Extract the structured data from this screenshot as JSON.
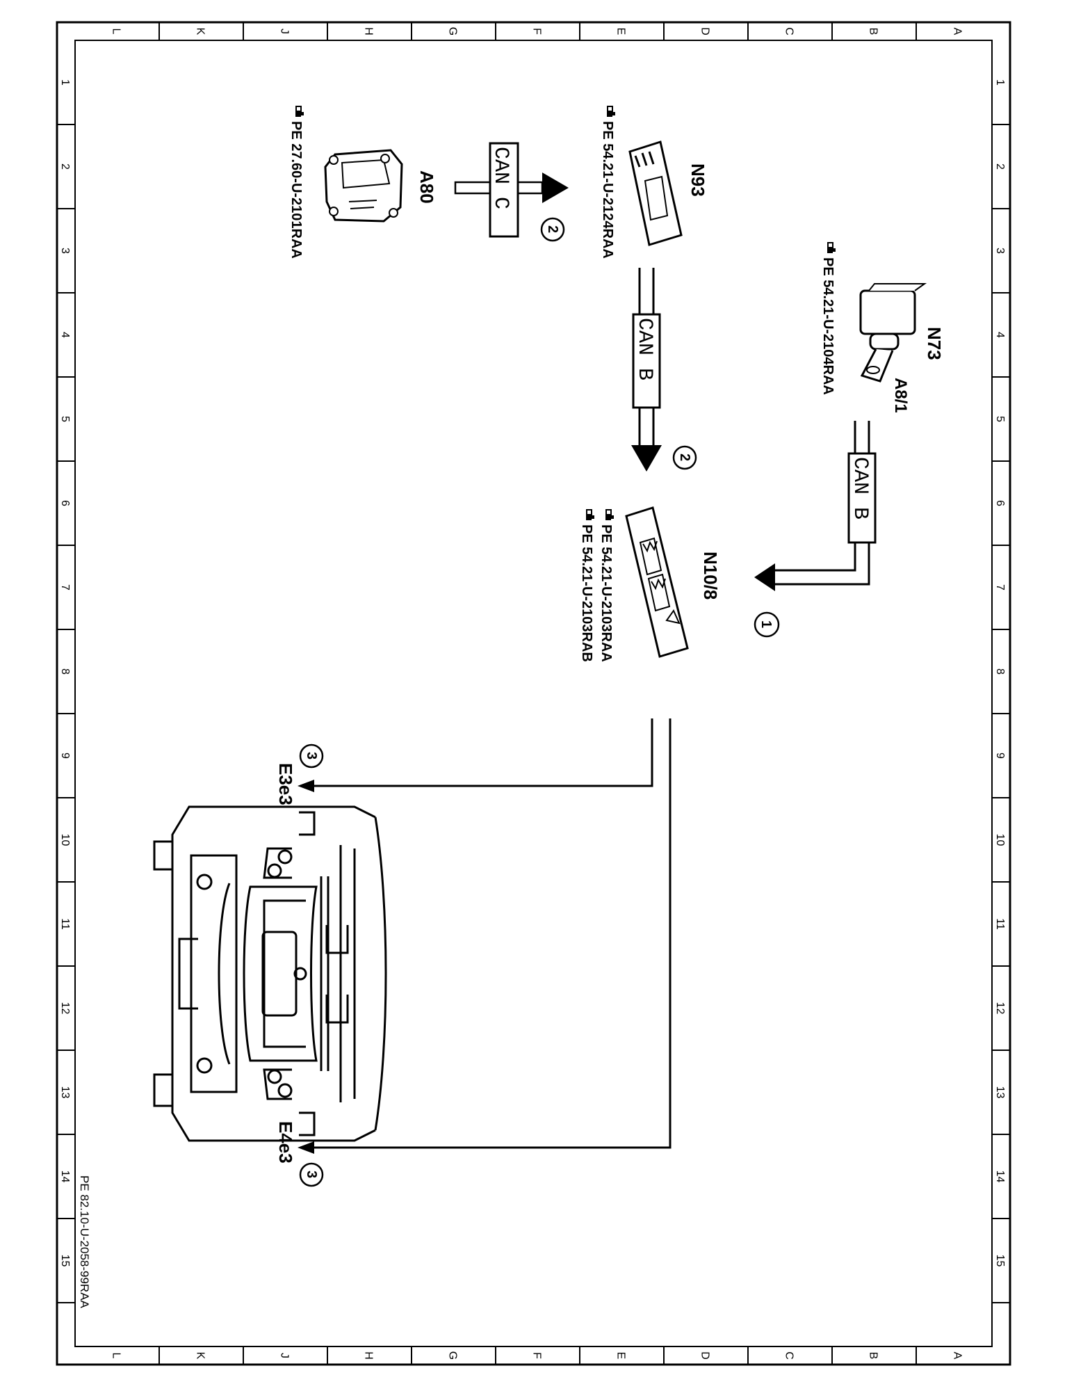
{
  "frame": {
    "col_letters": [
      "L",
      "K",
      "J",
      "H",
      "G",
      "F",
      "E",
      "D",
      "C",
      "B",
      "A"
    ],
    "row_numbers": [
      "1",
      "2",
      "3",
      "4",
      "5",
      "6",
      "7",
      "8",
      "9",
      "10",
      "11",
      "12",
      "13",
      "14",
      "15"
    ]
  },
  "components": {
    "n73": "N73",
    "a8_1": "A8/1",
    "n93": "N93",
    "a80": "A80",
    "n10_8": "N10/8",
    "e3e3": "E3e3",
    "e4e3": "E4e3"
  },
  "references": {
    "n73_ref": "PE 54.21-U-2104RAA",
    "n93_ref": "PE 54.21-U-2124RAA",
    "a80_ref": "PE 27.60-U-2101RAA",
    "n10_ref_a": "PE 54.21-U-2103RAA",
    "n10_ref_b": "PE 54.21-U-2103RAB"
  },
  "buses": {
    "can_b_upper": "CAN B",
    "can_b_middle": "CAN B",
    "can_c": "CAN C"
  },
  "callouts": {
    "one": "1",
    "two_a": "2",
    "two_b": "2",
    "three_a": "3",
    "three_b": "3"
  },
  "drawing_id": "PE 82.10-U-2058-99RAA"
}
